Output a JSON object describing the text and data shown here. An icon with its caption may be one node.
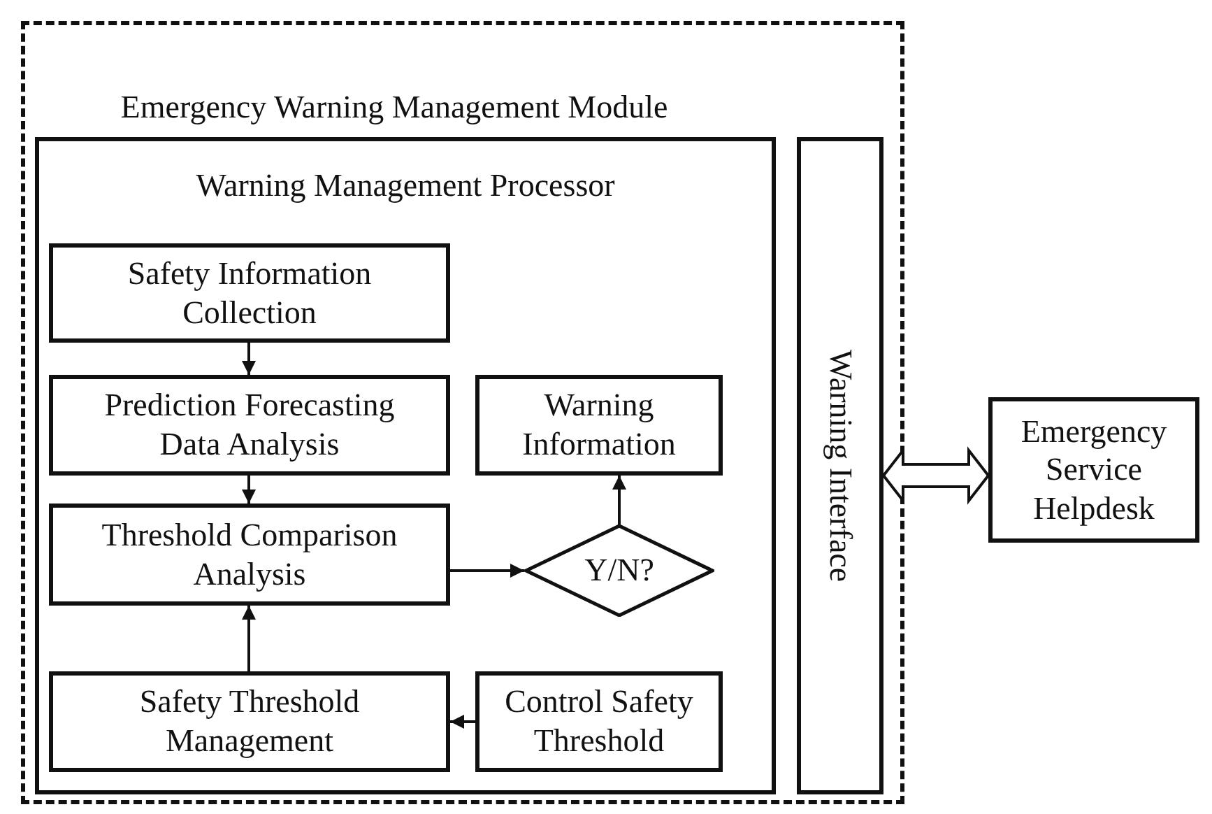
{
  "diagram": {
    "nodes": [
      {
        "text": [
          "Emergency Warning Management Module"
        ]
      },
      {
        "text": [
          "Warning Management Processor"
        ],
        "in": 0
      },
      {
        "text": [
          "Safety Information Collection"
        ],
        "in": 1
      },
      {
        "text": [
          "Prediction Forecasting Data Analysis"
        ],
        "in": 1
      },
      {
        "text": [
          "Warning Information"
        ],
        "in": 1
      },
      {
        "text": [
          "Threshold Comparison Analysis"
        ],
        "in": 1
      },
      {
        "text": [
          "Y/N?"
        ],
        "in": 1
      },
      {
        "text": [
          "Safety Threshold Management"
        ],
        "in": 1
      },
      {
        "text": [
          "Control Safety Threshold"
        ],
        "in": 1
      },
      {
        "text": [
          "Warning Interface"
        ],
        "in": 0
      },
      {
        "text": [
          "Emergency Service Helpdesk"
        ]
      }
    ],
    "edges": [
      {
        "from": 2,
        "to": 3,
        "arrow": "to"
      },
      {
        "from": 3,
        "to": 5,
        "arrow": "to"
      },
      {
        "from": 5,
        "to": 6,
        "arrow": "to"
      },
      {
        "from": 6,
        "to": 4,
        "arrow": "to"
      },
      {
        "from": 7,
        "to": 5,
        "arrow": "to"
      },
      {
        "from": 8,
        "to": 7,
        "arrow": "to"
      },
      {
        "from": 9,
        "to": 10,
        "arrow": "both",
        "style": "thick"
      }
    ]
  }
}
